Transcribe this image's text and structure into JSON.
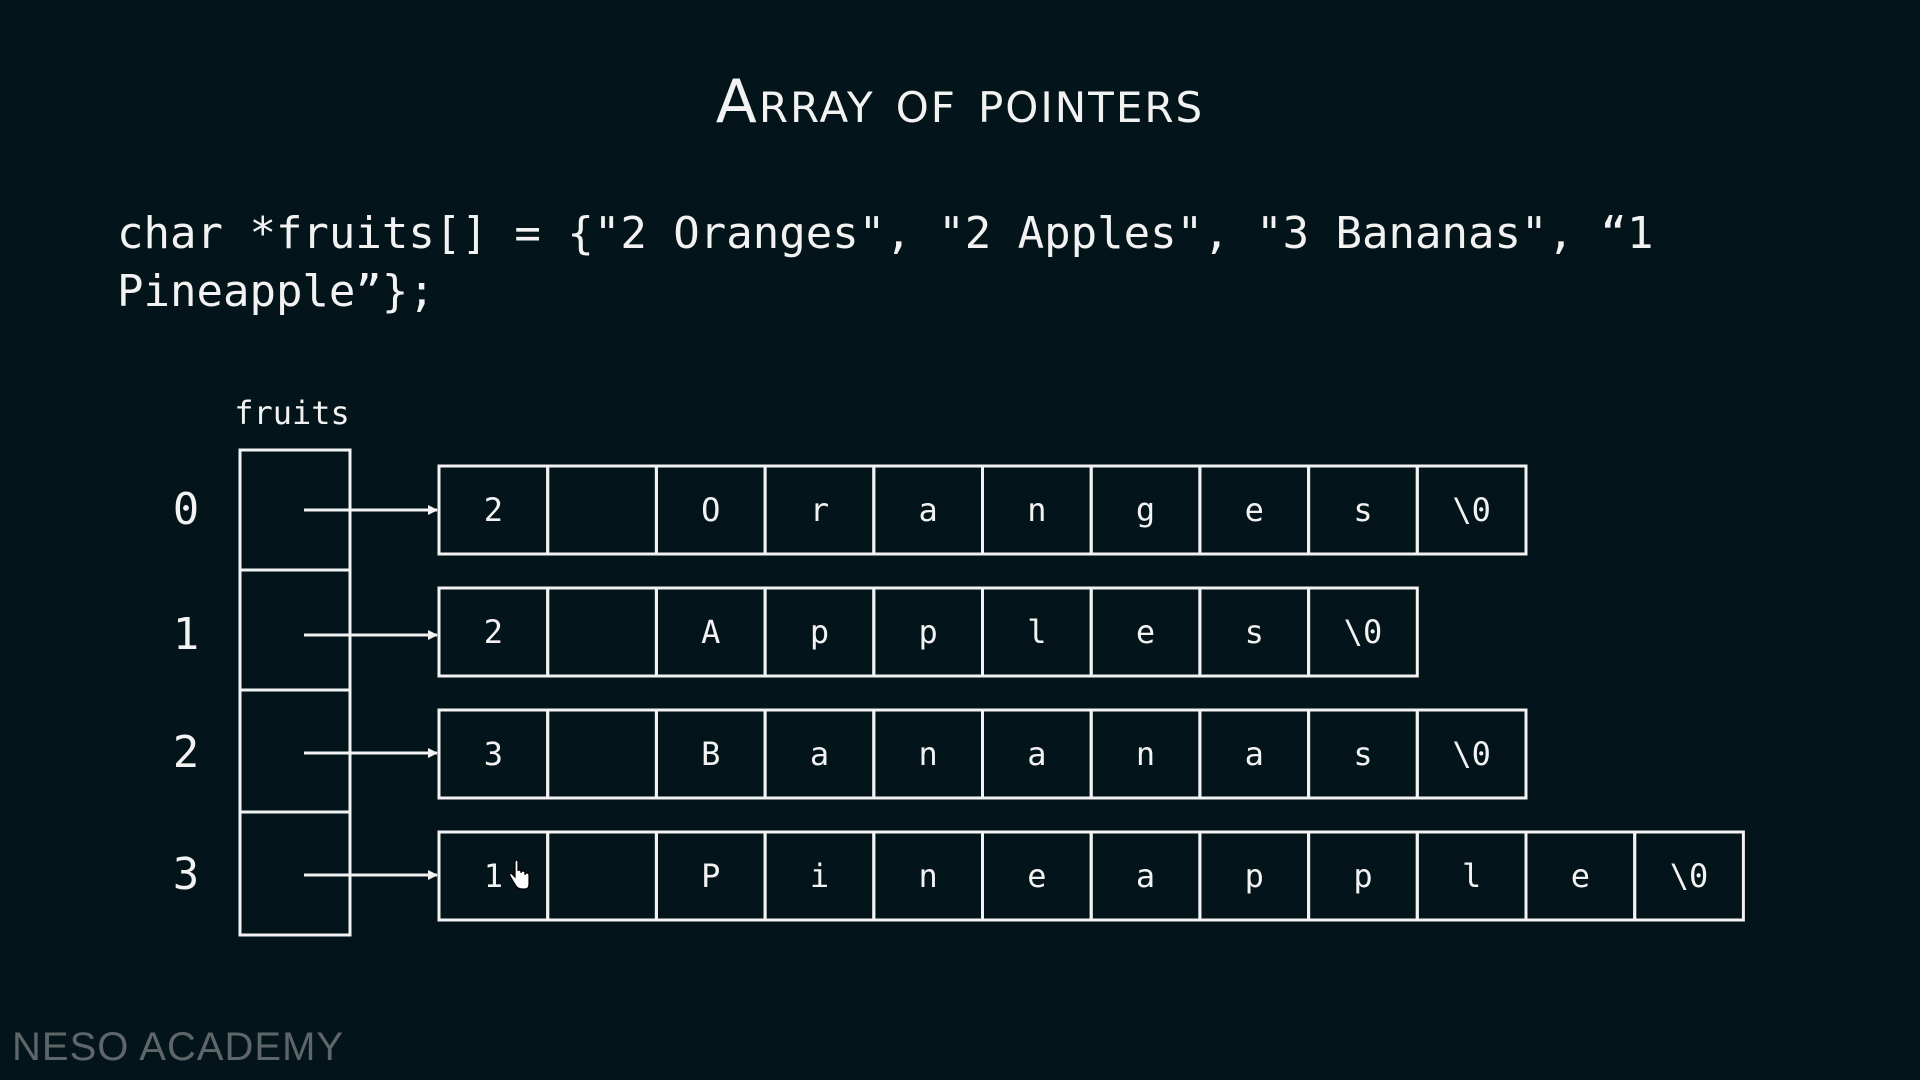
{
  "title": "Array of pointers",
  "code_line1": "char *fruits[] = {\"2 Oranges\", \"2 Apples\", \"3 Bananas\", “1",
  "code_line2": "Pineapple”};",
  "array_label": "fruits",
  "watermark": "NESO ACADEMY",
  "rows": [
    {
      "index": "0",
      "chars": [
        "2",
        "",
        "O",
        "r",
        "a",
        "n",
        "g",
        "e",
        "s",
        "\\0"
      ]
    },
    {
      "index": "1",
      "chars": [
        "2",
        "",
        "A",
        "p",
        "p",
        "l",
        "e",
        "s",
        "\\0"
      ]
    },
    {
      "index": "2",
      "chars": [
        "3",
        "",
        "B",
        "a",
        "n",
        "a",
        "n",
        "a",
        "s",
        "\\0"
      ]
    },
    {
      "index": "3",
      "chars": [
        "1",
        "",
        "P",
        "i",
        "n",
        "e",
        "a",
        "p",
        "p",
        "l",
        "e",
        "\\0"
      ]
    }
  ],
  "colors": {
    "background": "#03151a",
    "foreground": "#f2f2f2",
    "watermark": "#5f6669"
  }
}
